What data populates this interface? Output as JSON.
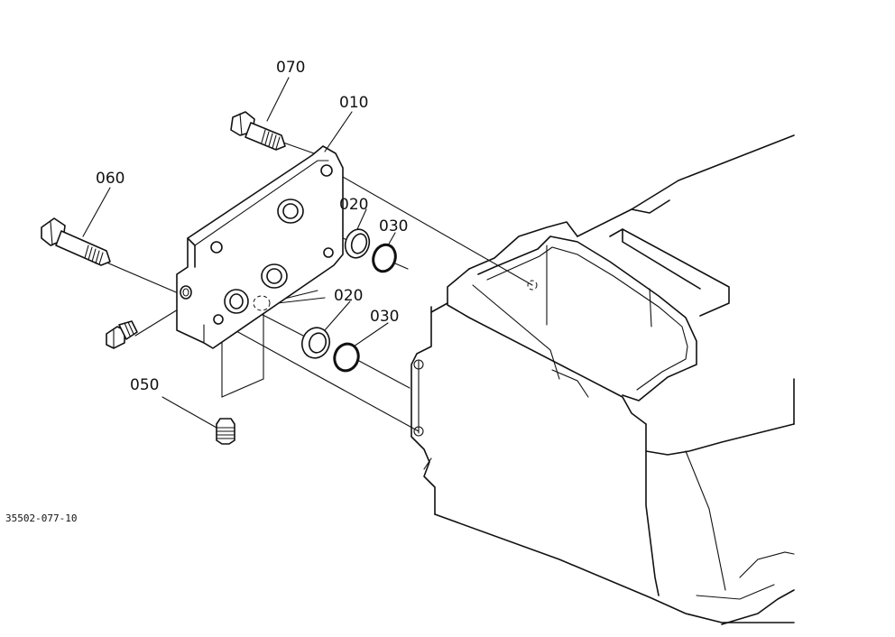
{
  "callouts": {
    "c010": "010",
    "c020a": "020",
    "c020b": "020",
    "c030a": "030",
    "c030b": "030",
    "c050": "050",
    "c060": "060",
    "c070": "070"
  },
  "drawing_code": "35502-077-10"
}
